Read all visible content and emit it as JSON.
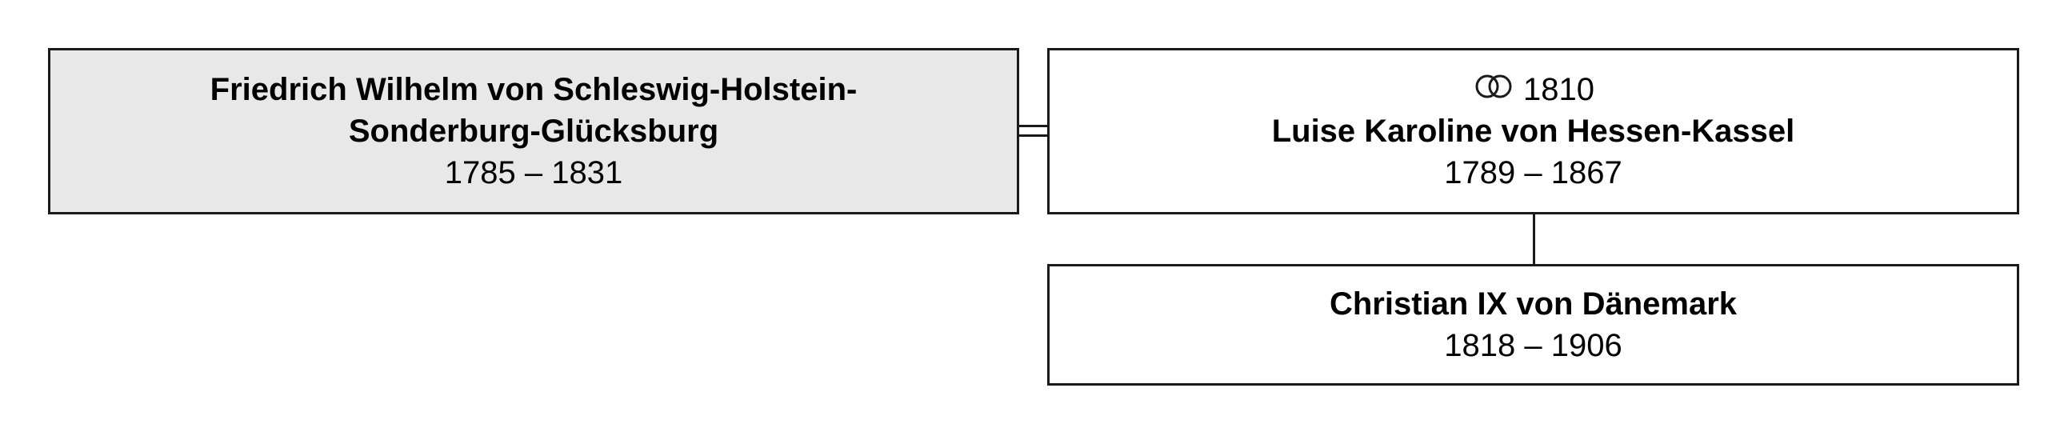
{
  "persons": [
    {
      "name_lines": [
        "Friedrich Wilhelm von Schleswig-Holstein-",
        "Sonderburg-Glücksburg"
      ],
      "years": "1785 – 1831"
    },
    {
      "marriage_year": "1810",
      "name": "Luise Karoline von Hessen-Kassel",
      "years": "1789 – 1867"
    },
    {
      "name": "Christian IX von Dänemark",
      "years": "1818 – 1906"
    }
  ],
  "icons": {
    "marriage": "interlocking-rings-icon"
  },
  "colors": {
    "highlight_box": "#e8e8e8",
    "box": "#ffffff",
    "border": "#1a1a1a"
  }
}
